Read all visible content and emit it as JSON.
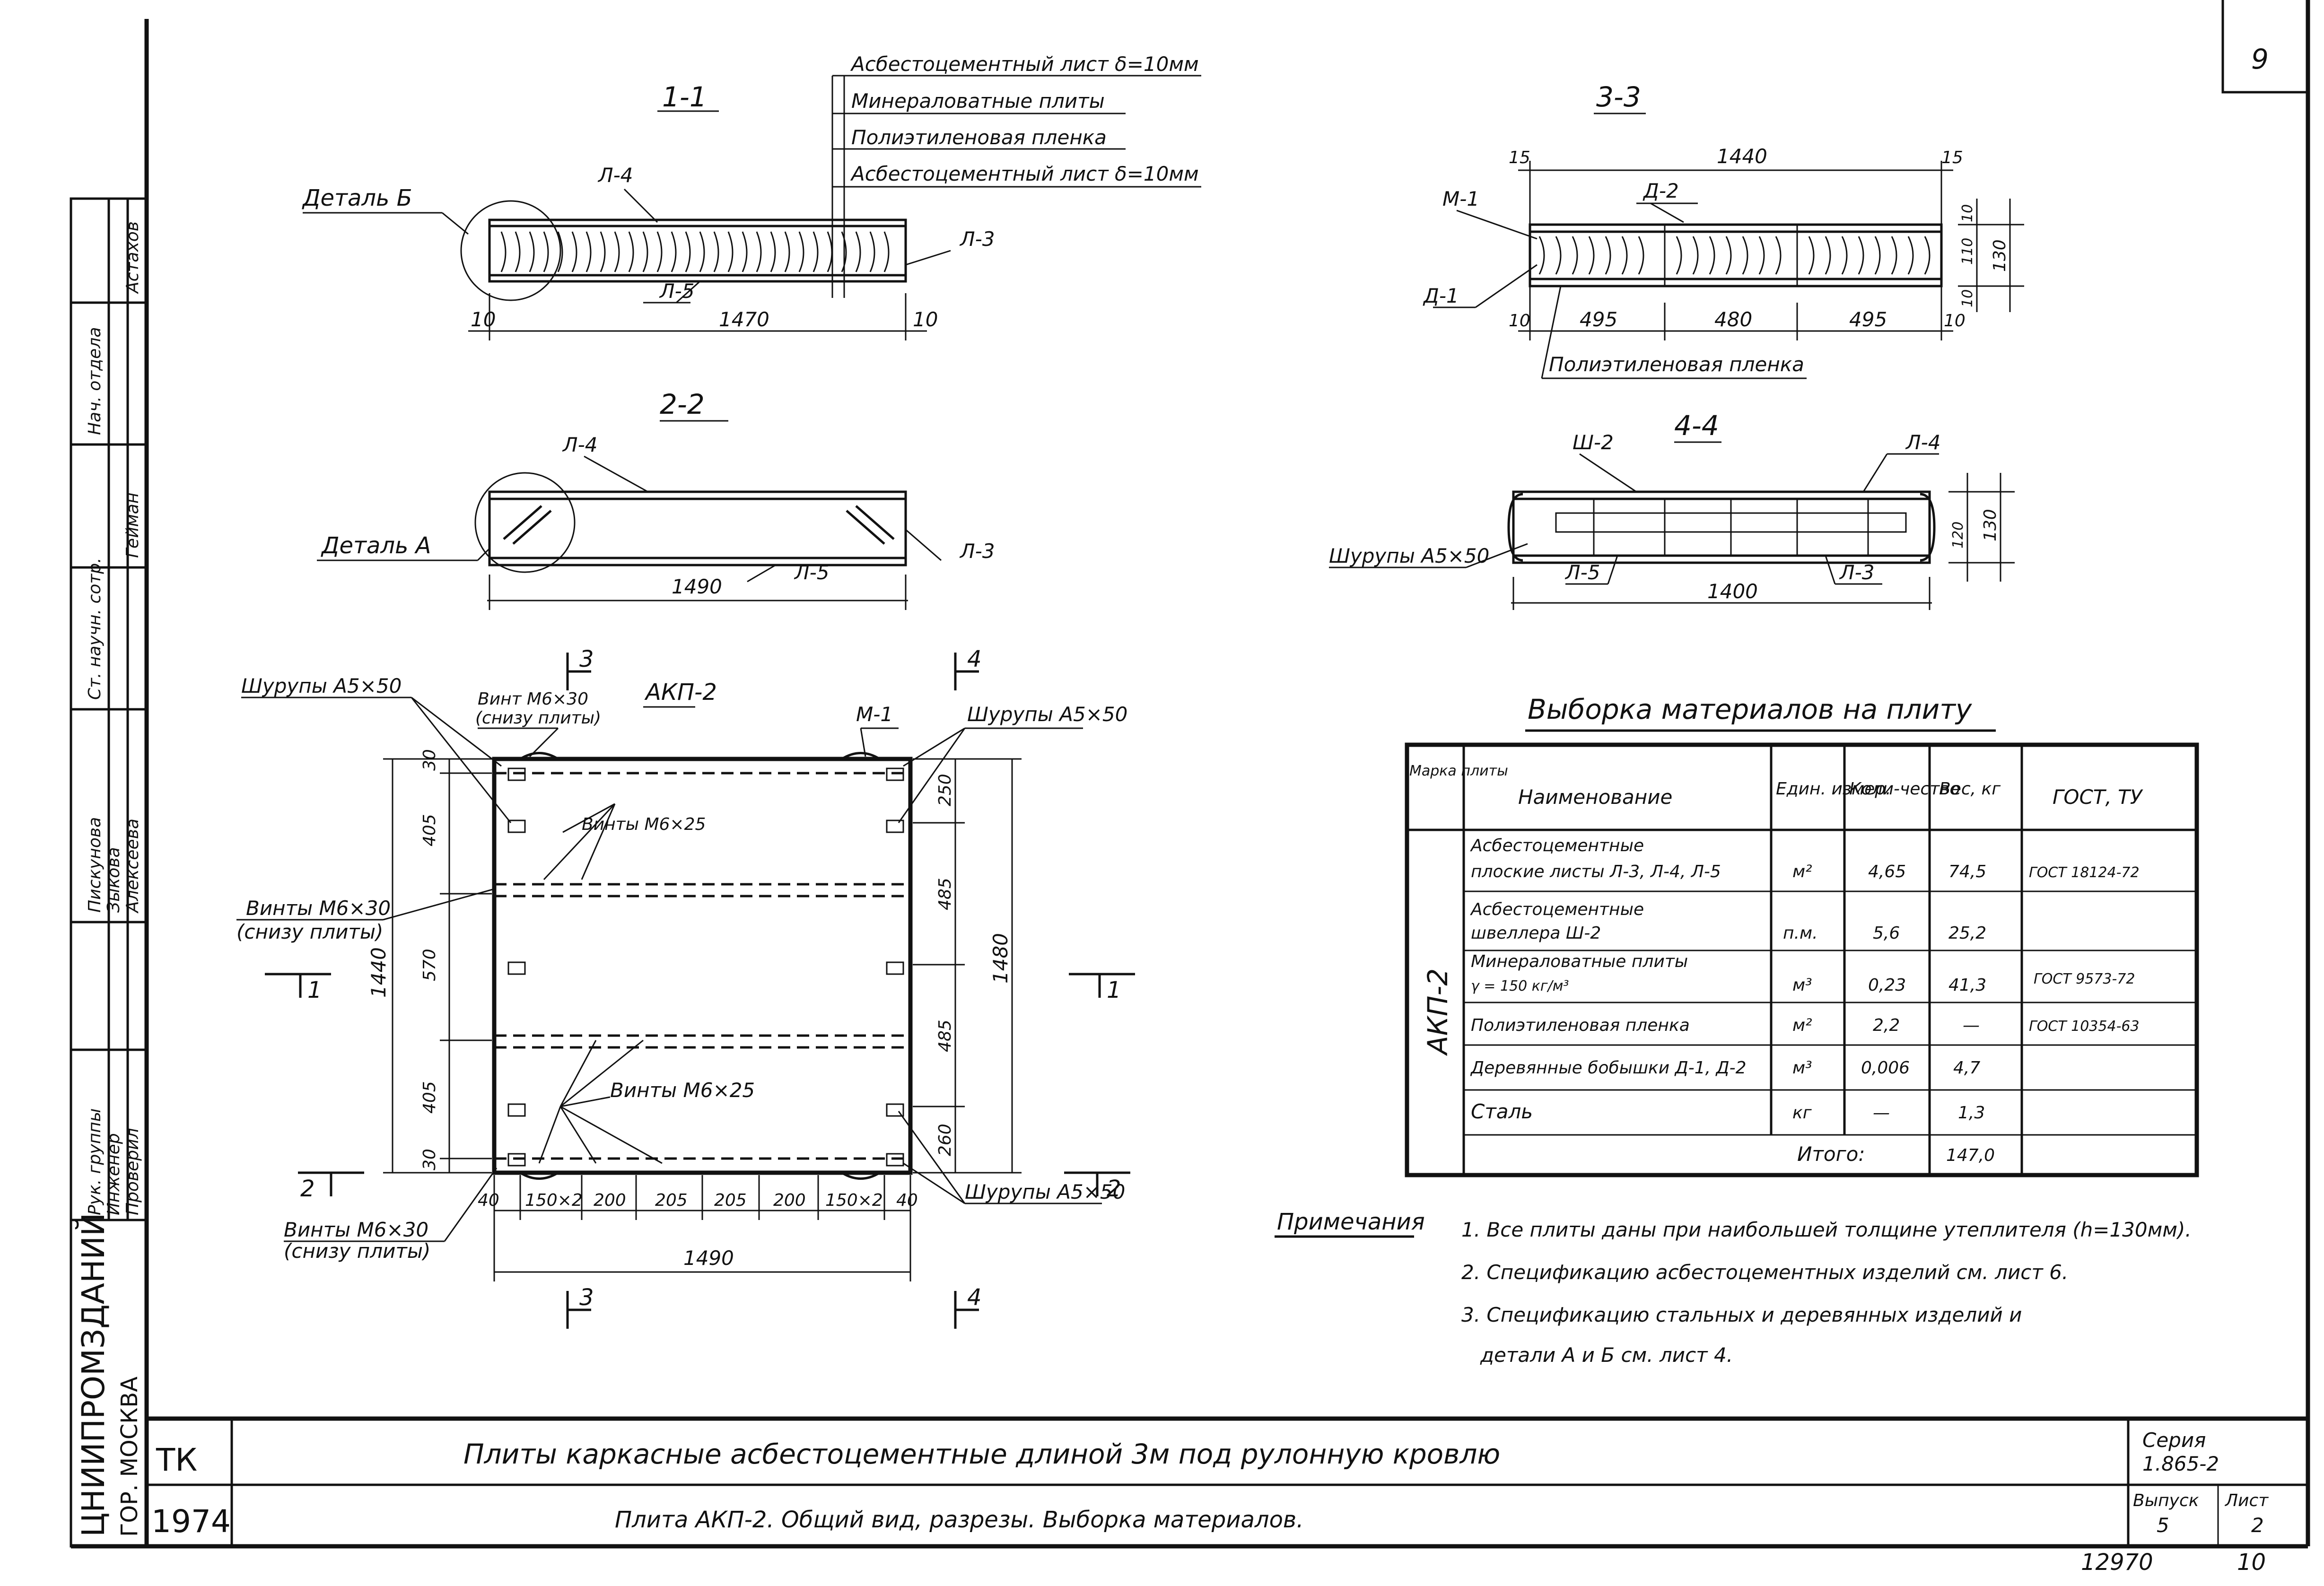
{
  "sheet_number": "9",
  "archive_number": "12970",
  "page_number": "10",
  "sections": {
    "s11": {
      "label": "1-1",
      "layers": [
        "Асбестоцементный лист δ=10мм",
        "Минераловатные плиты",
        "Полиэтиленовая пленка",
        "Асбестоцементный лист δ=10мм"
      ],
      "detail": "Деталь Б",
      "refs": {
        "top": "Л-4",
        "right": "Л-3",
        "bottom": "Л-5"
      },
      "dims": {
        "left": "10",
        "total": "1470",
        "right": "10"
      }
    },
    "s22": {
      "label": "2-2",
      "detail": "Деталь А",
      "refs": {
        "top": "Л-4",
        "right": "Л-3",
        "bottom": "Л-5"
      },
      "dims": {
        "total": "1490"
      }
    },
    "s33": {
      "label": "3-3",
      "refs": {
        "m": "М-1",
        "d2": "Д-2",
        "d1": "Д-1"
      },
      "film": "Полиэтиленовая пленка",
      "dims": {
        "top_left": "15",
        "total": "1440",
        "top_right": "15",
        "bottom_left": "10",
        "b1": "495",
        "b2": "480",
        "b3": "495",
        "bottom_right": "10",
        "r_top": "10",
        "r_mid": "110",
        "r_bot": "10",
        "r_total": "130"
      }
    },
    "s44": {
      "label": "4-4",
      "refs": {
        "sh": "Ш-2",
        "l4": "Л-4",
        "l5": "Л-5",
        "l3": "Л-3"
      },
      "screws": "Шурупы A5×50",
      "dims": {
        "total": "1400",
        "r_inner": "120",
        "r_total": "130"
      }
    }
  },
  "plan": {
    "title": "АКП-2",
    "cut3": "3",
    "cut4": "4",
    "cut1": "1",
    "cut2": "2",
    "screws_tl": "Шурупы A5×50",
    "screws_tr": "Шурупы A5×50",
    "screws_br": "Шурупы A5×50",
    "bolt_top_a": "Винт M6×30",
    "bolt_top_b": "(снизу плиты)",
    "m1": "М-1",
    "bolts_mid_top": "Винты M6×25",
    "bolts_left_a": "Винты M6×30",
    "bolts_left_b": "(снизу плиты)",
    "bolts_mid_bot": "Винты M6×25",
    "bolts_bot_a": "Винты M6×30",
    "bolts_bot_b": "(снизу плиты)",
    "left_dims": [
      "30",
      "405",
      "570",
      "405",
      "30"
    ],
    "left_total": "1440",
    "right_dims": [
      "250",
      "485",
      "485",
      "260"
    ],
    "right_total": "1480",
    "bottom_dims": [
      "40",
      "150×2",
      "200",
      "205",
      "205",
      "200",
      "150×2",
      "40"
    ],
    "bottom_total": "1490"
  },
  "materials": {
    "title": "Выборка материалов на плиту",
    "headers": [
      "Марка плиты",
      "Наименование",
      "Един. измер.",
      "Коли-чество",
      "Вес, кг",
      "ГОСТ, ТУ"
    ],
    "mark": "АКП-2",
    "rows": [
      {
        "name1": "Асбестоцементные",
        "name2": "плоские листы Л-3, Л-4, Л-5",
        "unit": "м²",
        "qty": "4,65",
        "weight": "74,5",
        "gost": "ГОСТ 18124-72"
      },
      {
        "name1": "Асбестоцементные",
        "name2": "швеллера Ш-2",
        "unit": "п.м.",
        "qty": "5,6",
        "weight": "25,2",
        "gost": ""
      },
      {
        "name1": "Минераловатные плиты",
        "name2": "γ = 150 кг/м³",
        "unit": "м³",
        "qty": "0,23",
        "weight": "41,3",
        "gost": "ГОСТ 9573-72"
      },
      {
        "name1": "Полиэтиленовая пленка",
        "name2": "",
        "unit": "м²",
        "qty": "2,2",
        "weight": "—",
        "gost": "ГОСТ 10354-63"
      },
      {
        "name1": "Деревянные бобышки Д-1, Д-2",
        "name2": "",
        "unit": "м³",
        "qty": "0,006",
        "weight": "4,7",
        "gost": ""
      },
      {
        "name1": "Сталь",
        "name2": "",
        "unit": "кг",
        "qty": "—",
        "weight": "1,3",
        "gost": ""
      }
    ],
    "total_label": "Итого:",
    "total_weight": "147,0"
  },
  "notes": {
    "title": "Примечания",
    "items": [
      "1. Все плиты даны при наибольшей толщине утеплителя (h=130мм).",
      "2. Спецификацию асбестоцементных изделий см. лист 6.",
      "3. Спецификацию стальных и деревянных изделий и",
      "детали А и Б см. лист 4."
    ]
  },
  "title_block": {
    "org_code": "ТК",
    "year": "1974",
    "title": "Плиты каркасные асбестоцементные длиной 3м под рулонную кровлю",
    "subtitle": "Плита АКП-2. Общий вид, разрезы. Выборка материалов.",
    "series_label": "Серия",
    "series_value": "1.865-2",
    "issue_label": "Выпуск",
    "issue_value": "5",
    "sheet_label": "Лист",
    "sheet_value": "2"
  },
  "side_stamp": {
    "org": "ЦНИИПРОМЗДАНИЙ",
    "city": "ГОР. МОСКВА",
    "roles": [
      "Рук. группы",
      "Инженер",
      "Проверил",
      "Ст. научн. сотр.",
      "Нач. отдела"
    ],
    "names": [
      "Пискунова",
      "Зыкова",
      "Алексеева",
      "Гейман",
      "Астахов"
    ]
  }
}
